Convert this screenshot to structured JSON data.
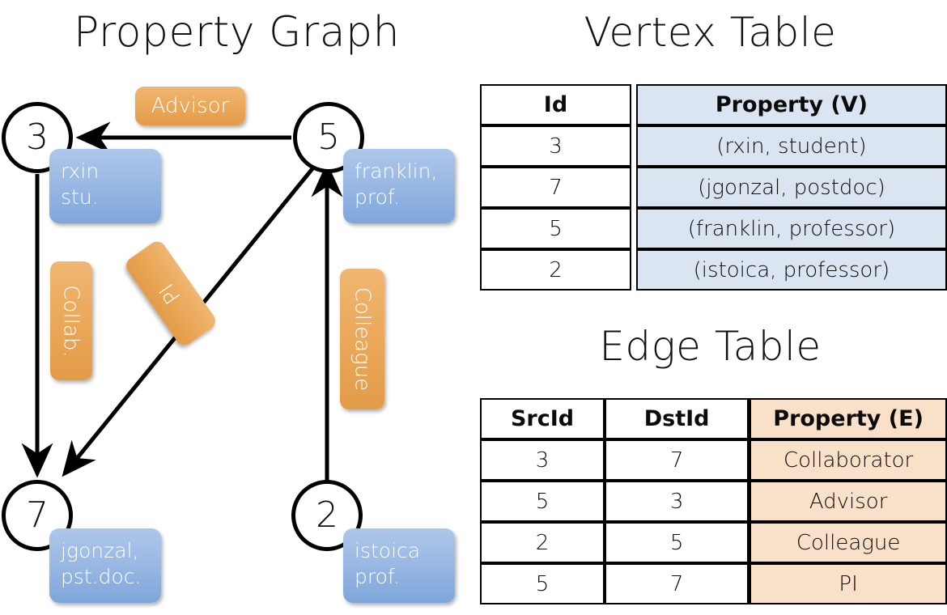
{
  "titles": {
    "property_graph": "Property Graph",
    "vertex_table": "Vertex Table",
    "edge_table": "Edge Table"
  },
  "graph": {
    "nodes": [
      {
        "id": "3",
        "label": "3",
        "property": "rxin\nstu."
      },
      {
        "id": "5",
        "label": "5",
        "property": "franklin,\nprof."
      },
      {
        "id": "7",
        "label": "7",
        "property": "jgonzal,\npst.doc."
      },
      {
        "id": "2",
        "label": "2",
        "property": "istoica\nprof."
      }
    ],
    "node_properties": {
      "n3_line1": "rxin",
      "n3_line2": "stu.",
      "n5_line1": "franklin,",
      "n5_line2": "prof.",
      "n7_line1": "jgonzal,",
      "n7_line2": "pst.doc.",
      "n2_line1": "istoica",
      "n2_line2": "prof."
    },
    "edge_labels": {
      "advisor": "Advisor",
      "collab": "Collab.",
      "pi": "PI",
      "colleague": "Colleague"
    },
    "edges": [
      {
        "src": "5",
        "dst": "3",
        "label": "Advisor"
      },
      {
        "src": "3",
        "dst": "7",
        "label": "Collab."
      },
      {
        "src": "5",
        "dst": "7",
        "label": "PI"
      },
      {
        "src": "2",
        "dst": "5",
        "label": "Colleague"
      }
    ]
  },
  "vertex_table": {
    "headers": [
      "Id",
      "Property (V)"
    ],
    "rows": [
      {
        "id": "3",
        "property": "(rxin, student)"
      },
      {
        "id": "7",
        "property": "(jgonzal, postdoc)"
      },
      {
        "id": "5",
        "property": "(franklin, professor)"
      },
      {
        "id": "2",
        "property": "(istoica, professor)"
      }
    ]
  },
  "edge_table": {
    "headers": [
      "SrcId",
      "DstId",
      "Property (E)"
    ],
    "rows": [
      {
        "src": "3",
        "dst": "7",
        "property": "Collaborator"
      },
      {
        "src": "5",
        "dst": "3",
        "property": "Advisor"
      },
      {
        "src": "2",
        "dst": "5",
        "property": "Colleague"
      },
      {
        "src": "5",
        "dst": "7",
        "property": "PI"
      }
    ]
  },
  "colors": {
    "vertex_property_fill": "#dbe5f2",
    "edge_property_fill": "#f9e0c8",
    "node_badge_blue": "#9bb9e4",
    "edge_badge_orange": "#eaa757",
    "stroke": "#000000",
    "background": "#ffffff"
  }
}
